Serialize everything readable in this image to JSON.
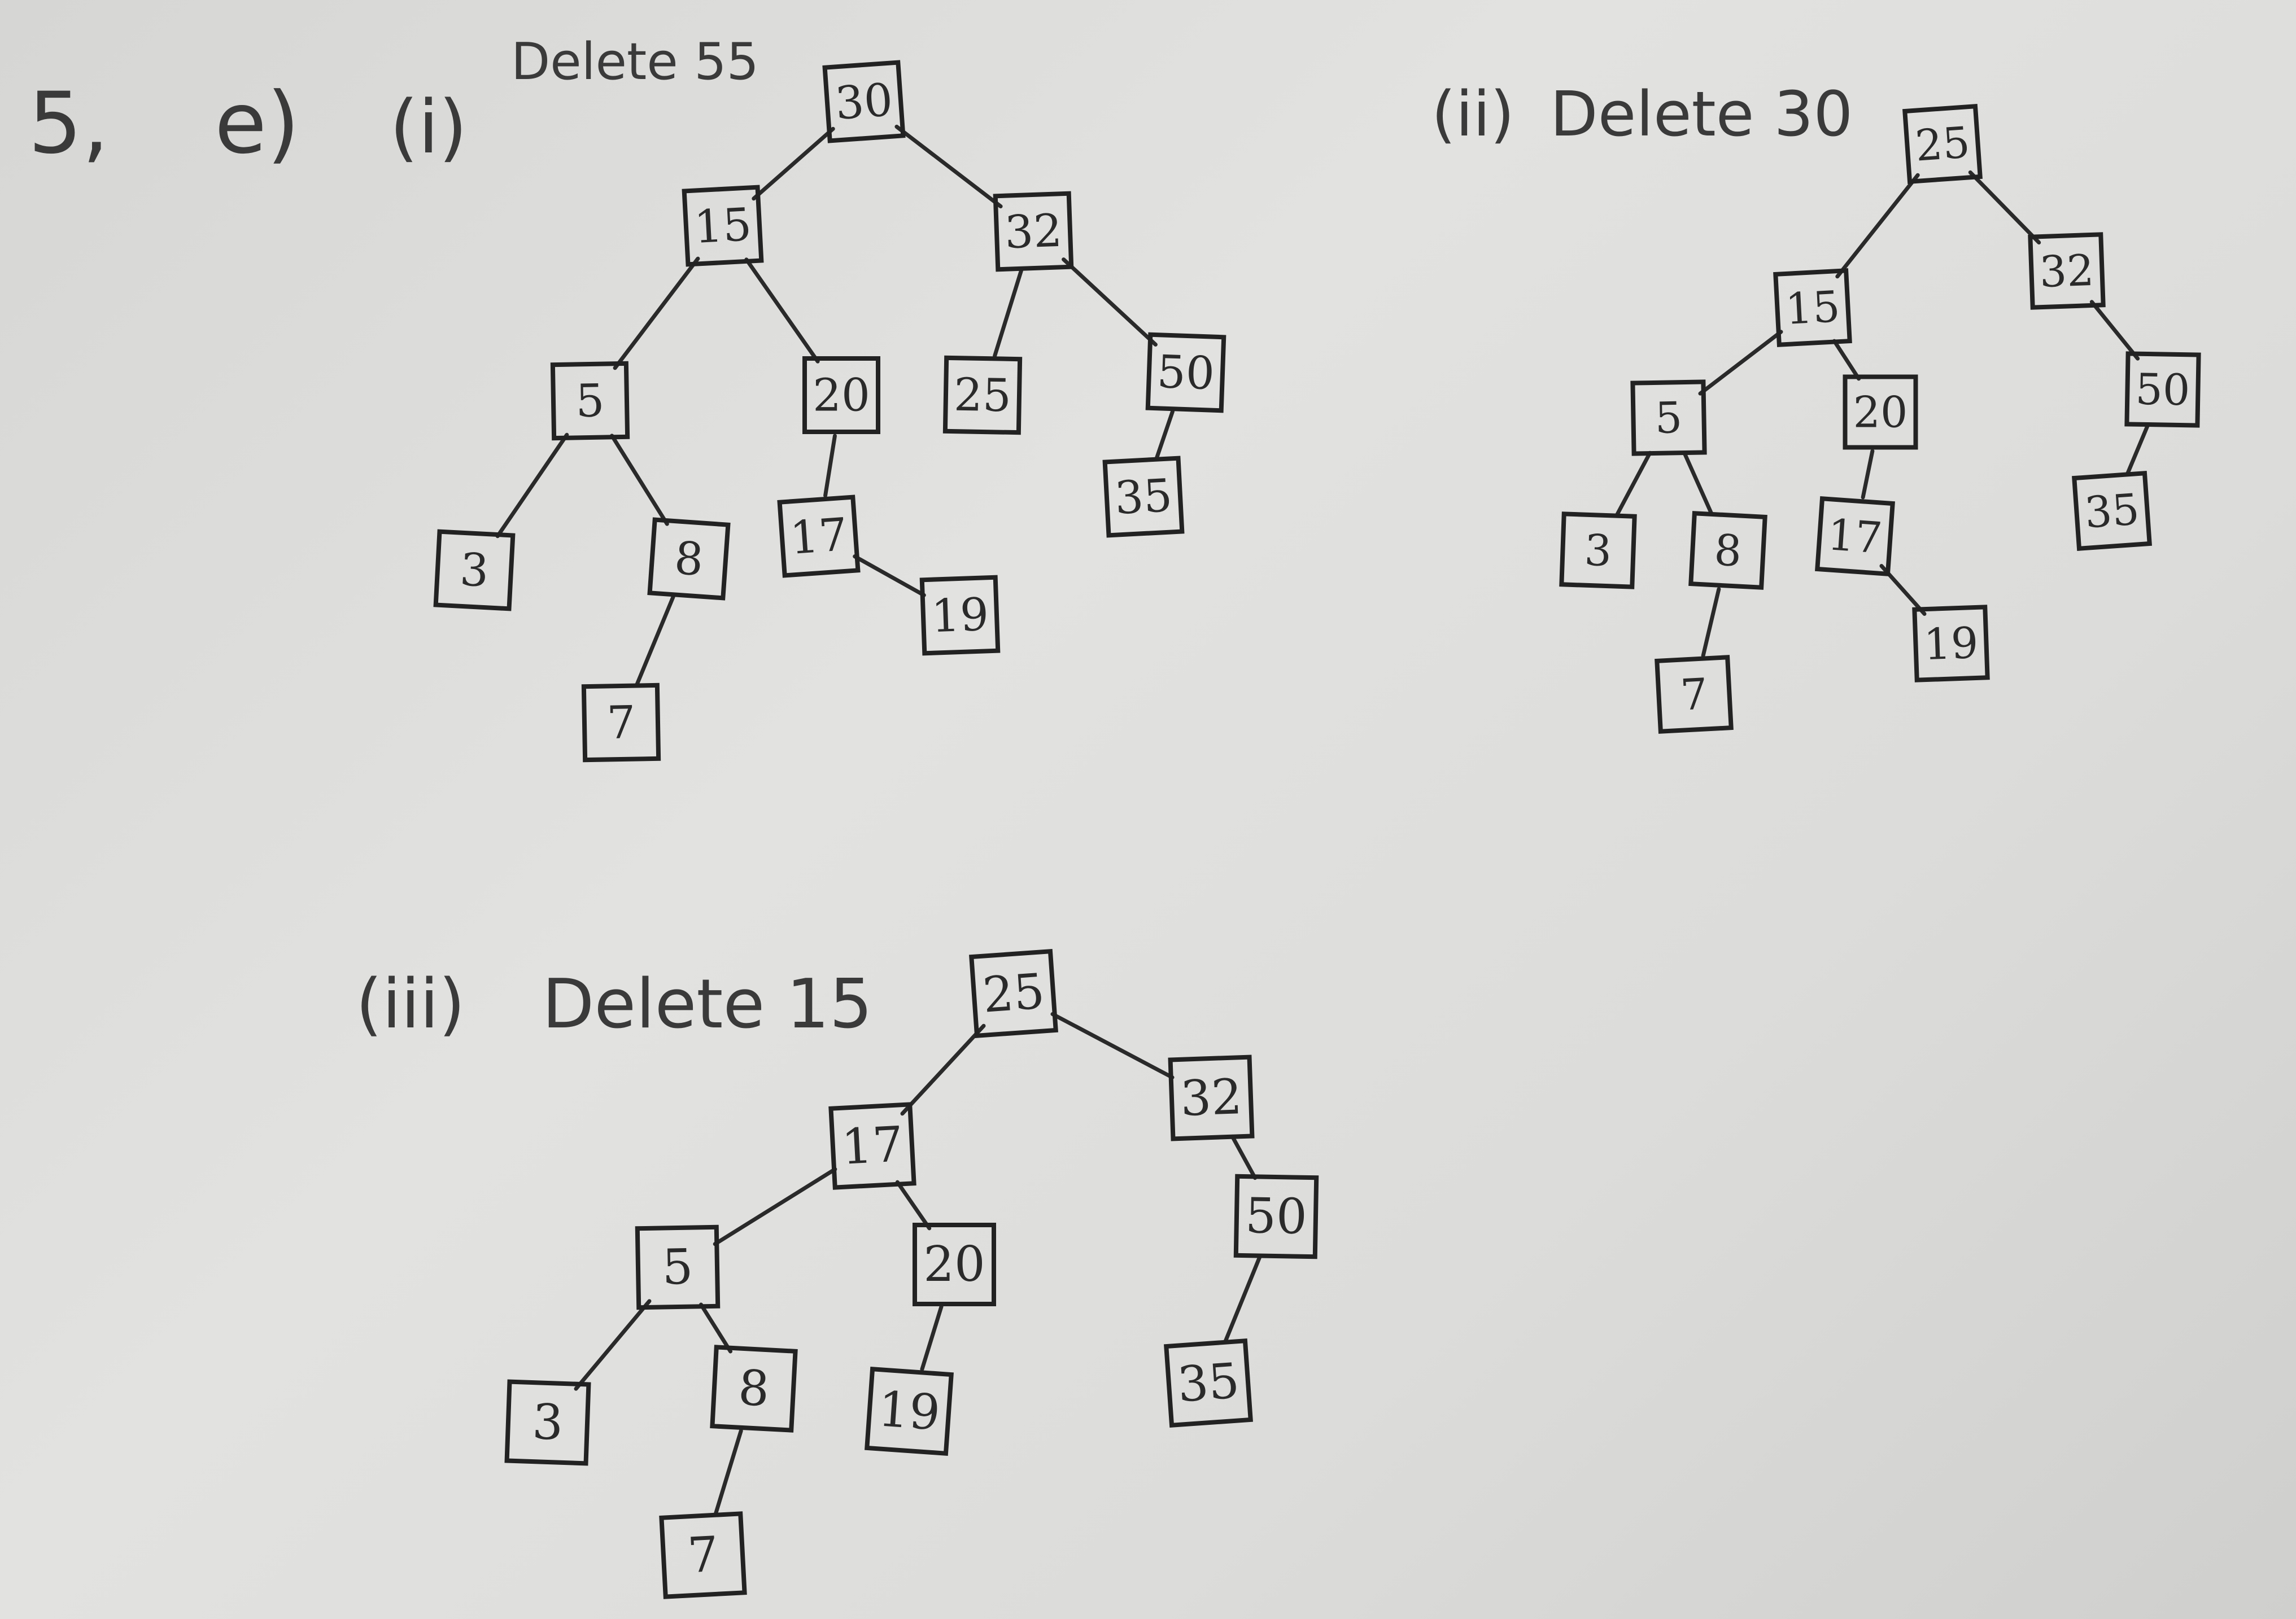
{
  "problem_label": "5,",
  "part_label": "e)",
  "ink_color": "#2a2a2a",
  "panels": [
    {
      "id": "i",
      "prefix": "(i)",
      "title": "Delete 55",
      "nodes": [
        "30",
        "15",
        "32",
        "5",
        "20",
        "25",
        "50",
        "3",
        "8",
        "17",
        "35",
        "19",
        "7"
      ],
      "edges": [
        [
          "30",
          "15"
        ],
        [
          "30",
          "32"
        ],
        [
          "15",
          "5"
        ],
        [
          "15",
          "20"
        ],
        [
          "32",
          "25"
        ],
        [
          "32",
          "50"
        ],
        [
          "5",
          "3"
        ],
        [
          "5",
          "8"
        ],
        [
          "20",
          "17"
        ],
        [
          "50",
          "35"
        ],
        [
          "8",
          "7"
        ],
        [
          "17",
          "19"
        ]
      ]
    },
    {
      "id": "ii",
      "prefix": "(ii)",
      "title": "Delete 30",
      "nodes": [
        "25",
        "15",
        "32",
        "5",
        "20",
        "50",
        "3",
        "8",
        "17",
        "35",
        "7",
        "19"
      ],
      "edges": [
        [
          "25",
          "15"
        ],
        [
          "25",
          "32"
        ],
        [
          "15",
          "5"
        ],
        [
          "15",
          "20"
        ],
        [
          "32",
          "50"
        ],
        [
          "5",
          "3"
        ],
        [
          "5",
          "8"
        ],
        [
          "20",
          "17"
        ],
        [
          "50",
          "35"
        ],
        [
          "8",
          "7"
        ],
        [
          "17",
          "19"
        ]
      ]
    },
    {
      "id": "iii",
      "prefix": "(iii)",
      "title": "Delete 15",
      "nodes": [
        "25",
        "17",
        "32",
        "5",
        "20",
        "50",
        "3",
        "8",
        "19",
        "35",
        "7"
      ],
      "edges": [
        [
          "25",
          "17"
        ],
        [
          "25",
          "32"
        ],
        [
          "17",
          "5"
        ],
        [
          "17",
          "20"
        ],
        [
          "32",
          "50"
        ],
        [
          "5",
          "3"
        ],
        [
          "5",
          "8"
        ],
        [
          "20",
          "19"
        ],
        [
          "50",
          "35"
        ],
        [
          "8",
          "7"
        ]
      ]
    }
  ]
}
